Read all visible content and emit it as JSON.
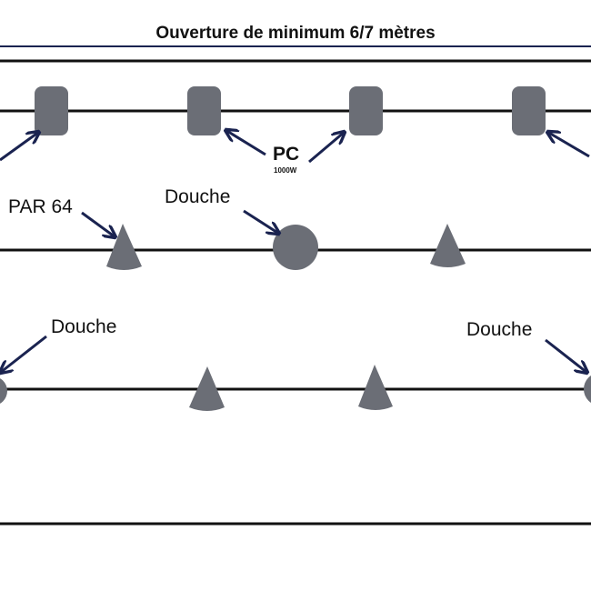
{
  "title": "Ouverture de minimum 6/7 mètres",
  "labels": {
    "par64": "PAR 64",
    "douche_top": "Douche",
    "douche_left": "Douche",
    "douche_right": "Douche",
    "pc": "PC",
    "pc_power": "1000W"
  },
  "colors": {
    "fixture": "#6b6e76",
    "line": "#111111",
    "title_rule": "#1a2350",
    "arrow": "#1a2350"
  },
  "fixture_icons": [
    "pc-projector-icon",
    "par64-cone-icon",
    "douche-circle-icon"
  ]
}
